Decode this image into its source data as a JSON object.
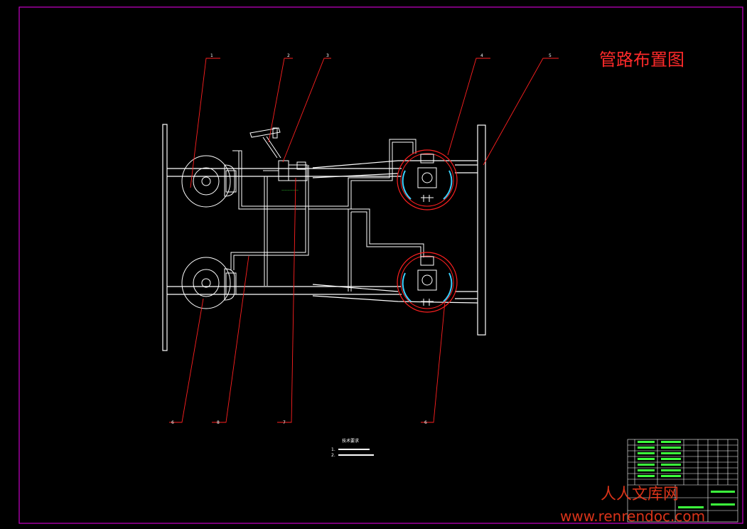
{
  "drawing": {
    "title": "管路布置图",
    "tech_requirements": {
      "heading": "技术要求",
      "lines": [
        "1.",
        "2."
      ]
    },
    "balloons": [
      "1",
      "2",
      "3",
      "4",
      "5",
      "6",
      "6",
      "7",
      "8"
    ],
    "watermark": {
      "cn": "人人文库网",
      "url": "www.renrendoc.com"
    },
    "colors": {
      "background": "#000000",
      "border": "#c800c8",
      "outline": "#ffffff",
      "leader": "#ff2020",
      "annotation": "#3cff3c",
      "title": "#ff2a2a"
    }
  }
}
